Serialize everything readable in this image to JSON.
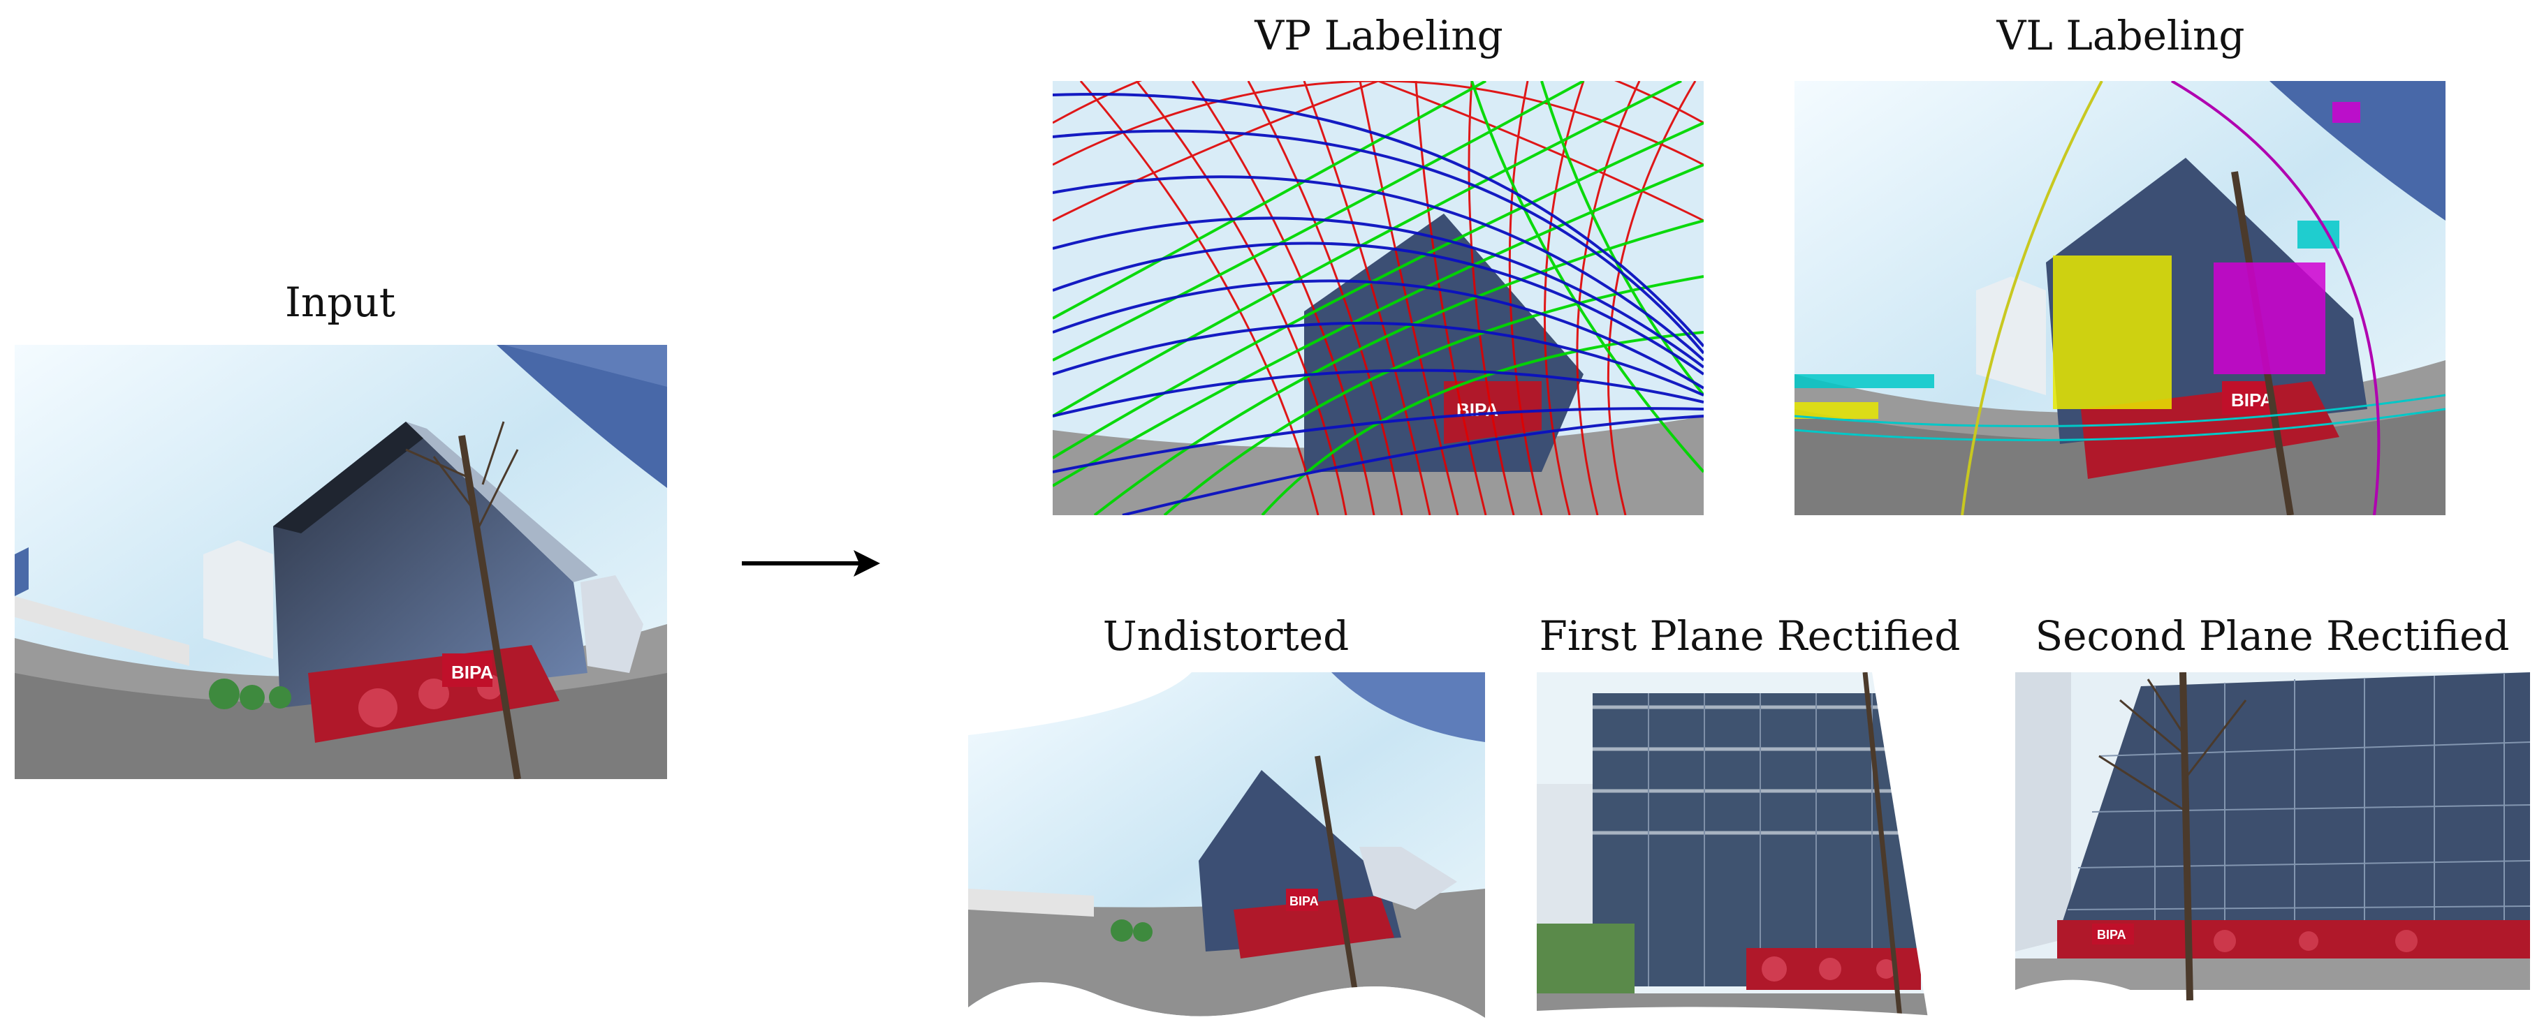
{
  "labels": {
    "input": "Input",
    "vp": "VP Labeling",
    "vl": "VL Labeling",
    "undistorted": "Undistorted",
    "first": "First Plane Rectified",
    "second": "Second Plane Rectified"
  },
  "photo_text": {
    "store_sign": "BIPA"
  },
  "colors": {
    "sky": "#d8ecf6",
    "building_glass": "#3c4f74",
    "facade_red": "#b0182a",
    "ground": "#8e8e8e",
    "vp_red": "#e00000",
    "vp_green": "#00d800",
    "vp_blue": "#0a10c0",
    "vl_yellow": "#e8e800",
    "vl_magenta": "#d000d0",
    "vl_cyan": "#00c8c8"
  },
  "icons": {
    "arrow": "right-arrow-icon"
  }
}
